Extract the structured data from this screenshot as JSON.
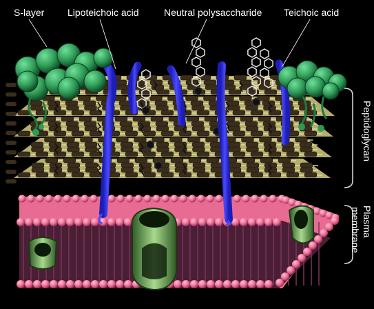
{
  "labels": {
    "s_layer": "S-layer",
    "lipoteichoic": "Lipoteichoic acid",
    "neutral_poly": "Neutral polysaccharide",
    "teichoic": "Teichoic acid",
    "peptidoglycan": "Peptidoglycan",
    "plasma_line1": "Plasma",
    "plasma_line2": "membrane"
  },
  "colors": {
    "background": "#000000",
    "s_layer": "#2f9a56",
    "peptidoglycan_light": "#c9c27a",
    "peptidoglycan_dark": "#3b2d1c",
    "teichoic": "#3d3df2",
    "membrane_head": "#f06f96",
    "membrane_tail": "#5b2742",
    "protein": "#7fb26a"
  },
  "icons": [
    "s-layer-protein",
    "peptidoglycan-strand",
    "teichoic-acid-chain",
    "polysaccharide-chain",
    "phospholipid",
    "membrane-protein"
  ]
}
